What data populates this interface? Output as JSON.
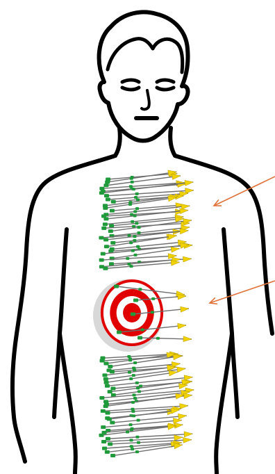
{
  "figure": {
    "subject": "human-torso-outline",
    "colors": {
      "outline": "#000000",
      "skin": "#ffffff",
      "target_red": "#e00000",
      "target_white": "#ffffff",
      "arrow_shaft": "#6e6e6e",
      "fletching_green": "#1f9a3a",
      "arrowhead_yellow": "#f0d200",
      "pointer": "#e0733a"
    },
    "arrow_clusters": [
      {
        "name": "upper-cluster",
        "arrow_count": 32
      },
      {
        "name": "lower-cluster",
        "arrow_count": 32
      }
    ],
    "target": {
      "name": "bullseye-target",
      "ring_count": 4,
      "arrow_count": 5
    },
    "pointers": [
      {
        "name": "pointer-arrow-upper",
        "color": "#e0733a"
      },
      {
        "name": "pointer-arrow-middle",
        "color": "#e0733a"
      }
    ]
  }
}
